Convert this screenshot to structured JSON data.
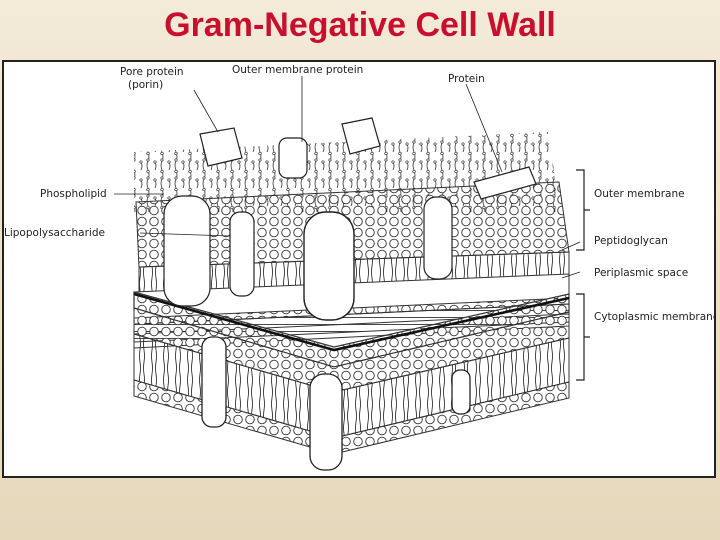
{
  "slide": {
    "title": "Gram-Negative Cell Wall"
  },
  "labels": {
    "pore_protein_1": "Pore protein",
    "pore_protein_2": "(porin)",
    "outer_membrane_protein": "Outer membrane protein",
    "protein": "Protein",
    "phospholipid": "Phospholipid",
    "lipopolysaccharide": "Lipopolysaccharide",
    "outer_membrane": "Outer membrane",
    "peptidoglycan": "Peptidoglycan",
    "periplasmic_space": "Periplasmic space",
    "cytoplasmic_membrane": "Cytoplasmic membrane"
  },
  "colors": {
    "title": "#c8102e",
    "ink": "#222222"
  }
}
